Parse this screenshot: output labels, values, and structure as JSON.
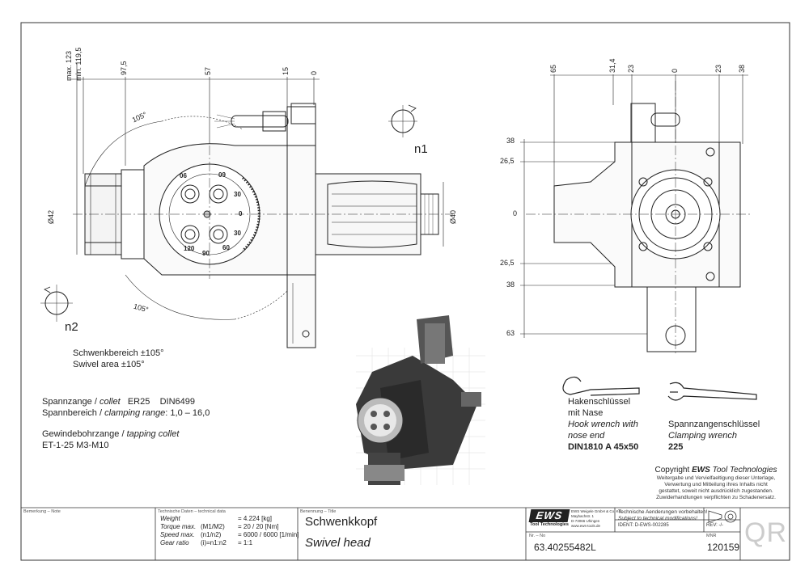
{
  "dims_left": {
    "max123": "max. 123",
    "min1195": "min. 119,5",
    "d975": "97,5",
    "d57": "57",
    "d15": "15",
    "d0": "0",
    "angle_top": "105°",
    "angle_bottom": "105°",
    "dia42": "Ø42",
    "dia40": "Ø40",
    "rot_n1": "n1",
    "rot_n2": "n2"
  },
  "dial": {
    "labels": [
      "06",
      "09",
      "120",
      "90",
      "60",
      "30",
      "0",
      "30"
    ]
  },
  "dims_right": {
    "top": [
      "65",
      "31,4",
      "23",
      "0",
      "23",
      "38"
    ],
    "left": [
      "38",
      "26,5",
      "0",
      "26,5",
      "38",
      "63"
    ]
  },
  "notes": {
    "swivel_de": "Schwenkbereich ±105°",
    "swivel_en": "Swivel area ±105°",
    "collet_de": "Spannzange /",
    "collet_en": "collet",
    "collet_type": "ER25",
    "collet_norm": "DIN6499",
    "range_de": "Spannbereich /",
    "range_en": "clamping range",
    "range_val": ": 1,0 – 16,0",
    "tap_de": "Gewindebohrzange /",
    "tap_en": "tapping collet",
    "tap_val": "ET-1-25   M3-M10"
  },
  "wrenches": {
    "hook_de1": "Hakenschlüssel",
    "hook_de2": "mit Nase",
    "hook_en1": "Hook wrench with",
    "hook_en2": "nose end",
    "hook_spec": "DIN1810  A  45x50",
    "clamp_de": "Spannzangenschlüssel",
    "clamp_en": "Clamping wrench",
    "clamp_spec": "225"
  },
  "copyright": {
    "line1_prefix": "Copyright",
    "line1_brand": "EWS",
    "line1_suffix": "Tool Technologies",
    "line2": "Weitergabe und Vervielfaeltigung dieser Unterlage,",
    "line3": "Verwertung und Mitteilung ihres Inhalts nicht",
    "line4": "gestattet, soweit nicht ausdrücklich zugestanden.",
    "line5": "Zuwiderhandlungen verpflichten zu Schadenersatz."
  },
  "titleblock": {
    "note_label": "Bemerkung – Note",
    "tech_label": "Technische Daten – technical data",
    "name_label": "Benennung – Title",
    "rows": [
      {
        "label": "Weight",
        "sym": "",
        "val": "=  4.224 [kg]"
      },
      {
        "label": "Torque max.",
        "sym": "(M1/M2)",
        "val": "=  20 / 20 [Nm]"
      },
      {
        "label": "Speed max.",
        "sym": "(n1/n2)",
        "val": "=  6000 / 6000 [1/min]"
      },
      {
        "label": "Gear ratio",
        "sym": "(i)=n1:n2",
        "val": "=  1:1"
      }
    ],
    "title_de": "Schwenkkopf",
    "title_en": "Swivel head",
    "logo": "EWS",
    "logo_sub": "Tool Technologies",
    "company1": "EWS Weigele GmbH & Co. KG",
    "company2": "Maybachstr. 1",
    "company3": "D-73066 Uhingen",
    "company4": "www.ews-tools.de",
    "change1": "Technische Aenderungen vorbehalten!",
    "change2": "Subject to technical modifications!",
    "ident": "IDENT:  D-EWS-002285",
    "rev": "REV:  -/-",
    "nr_label": "Nr. – No",
    "mnr_label": "MNR",
    "part_no": "63.40255482L",
    "mnr": "120159",
    "qr": "QR"
  }
}
